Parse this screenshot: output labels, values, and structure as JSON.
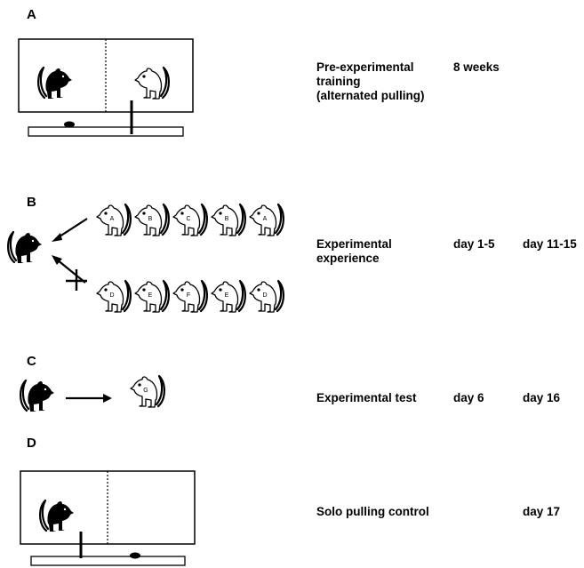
{
  "panels": {
    "A": {
      "letter": "A",
      "description": [
        "Pre-experimental",
        "training",
        "(alternated pulling)"
      ],
      "time1": "8 weeks",
      "time2": ""
    },
    "B": {
      "letter": "B",
      "description": [
        "Experimental",
        "experience"
      ],
      "time1": "day 1-5",
      "time2": "day 11-15",
      "partners_top": [
        "A",
        "B",
        "C",
        "B",
        "A"
      ],
      "partners_bottom": [
        "D",
        "E",
        "F",
        "E",
        "D"
      ]
    },
    "C": {
      "letter": "C",
      "description": [
        "Experimental test"
      ],
      "time1": "day 6",
      "time2": "day 16",
      "partner": "G"
    },
    "D": {
      "letter": "D",
      "description": [
        "Solo pulling control"
      ],
      "time1": "",
      "time2": "day 17"
    }
  },
  "colors": {
    "ink": "#000000",
    "background": "#ffffff"
  }
}
